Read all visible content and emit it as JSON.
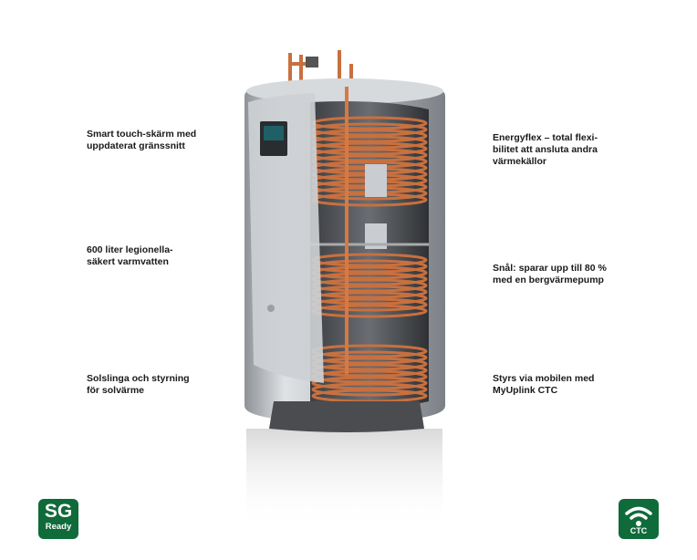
{
  "features": {
    "left": [
      {
        "text": "Smart touch-skärm med\nuppdaterat gränssnitt"
      },
      {
        "text": "600 liter legionella-\nsäkert varmvatten"
      },
      {
        "text": "Solslinga och styrning\nför solvärme"
      }
    ],
    "right": [
      {
        "text": "Energyflex – total flexi-\nbilitet att ansluta andra\nvärmekällor"
      },
      {
        "text": "Snål: sparar upp till 80 %\nmed en bergvärmepump"
      },
      {
        "text": "Styrs via mobilen med\nMyUplink CTC"
      }
    ]
  },
  "badges": {
    "sg_ready": {
      "line1": "SG",
      "line2": "Ready"
    },
    "ctc_wifi": {
      "label": "CTC",
      "icon": "wifi-icon"
    }
  },
  "colors": {
    "badge_green": "#0f6b3a",
    "copper": "#c8703f",
    "steel": "#b8bcc0"
  }
}
